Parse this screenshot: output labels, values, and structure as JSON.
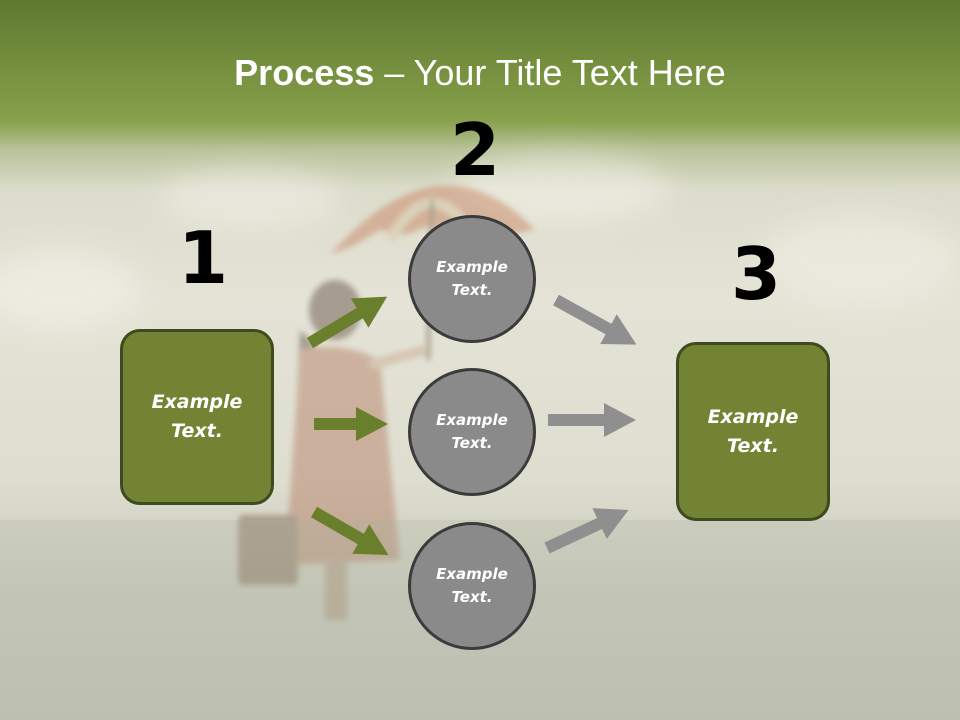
{
  "slide": {
    "title_bold": "Process",
    "title_rest": " – Your Title Text Here"
  },
  "steps": {
    "one": "1",
    "two": "2",
    "three": "3"
  },
  "boxes": {
    "left": "Example Text.",
    "right": "Example Text."
  },
  "circles": {
    "top": "Example Text.",
    "middle": "Example Text.",
    "bottom": "Example Text."
  },
  "colors": {
    "header_green": "#6b8636",
    "box_fill": "#728433",
    "box_border": "#3e4b1f",
    "circle_fill": "#8a8a8a",
    "circle_border": "#3b3b3b",
    "arrow_green": "#6a7f2c",
    "arrow_gray": "#8f8f8f"
  }
}
